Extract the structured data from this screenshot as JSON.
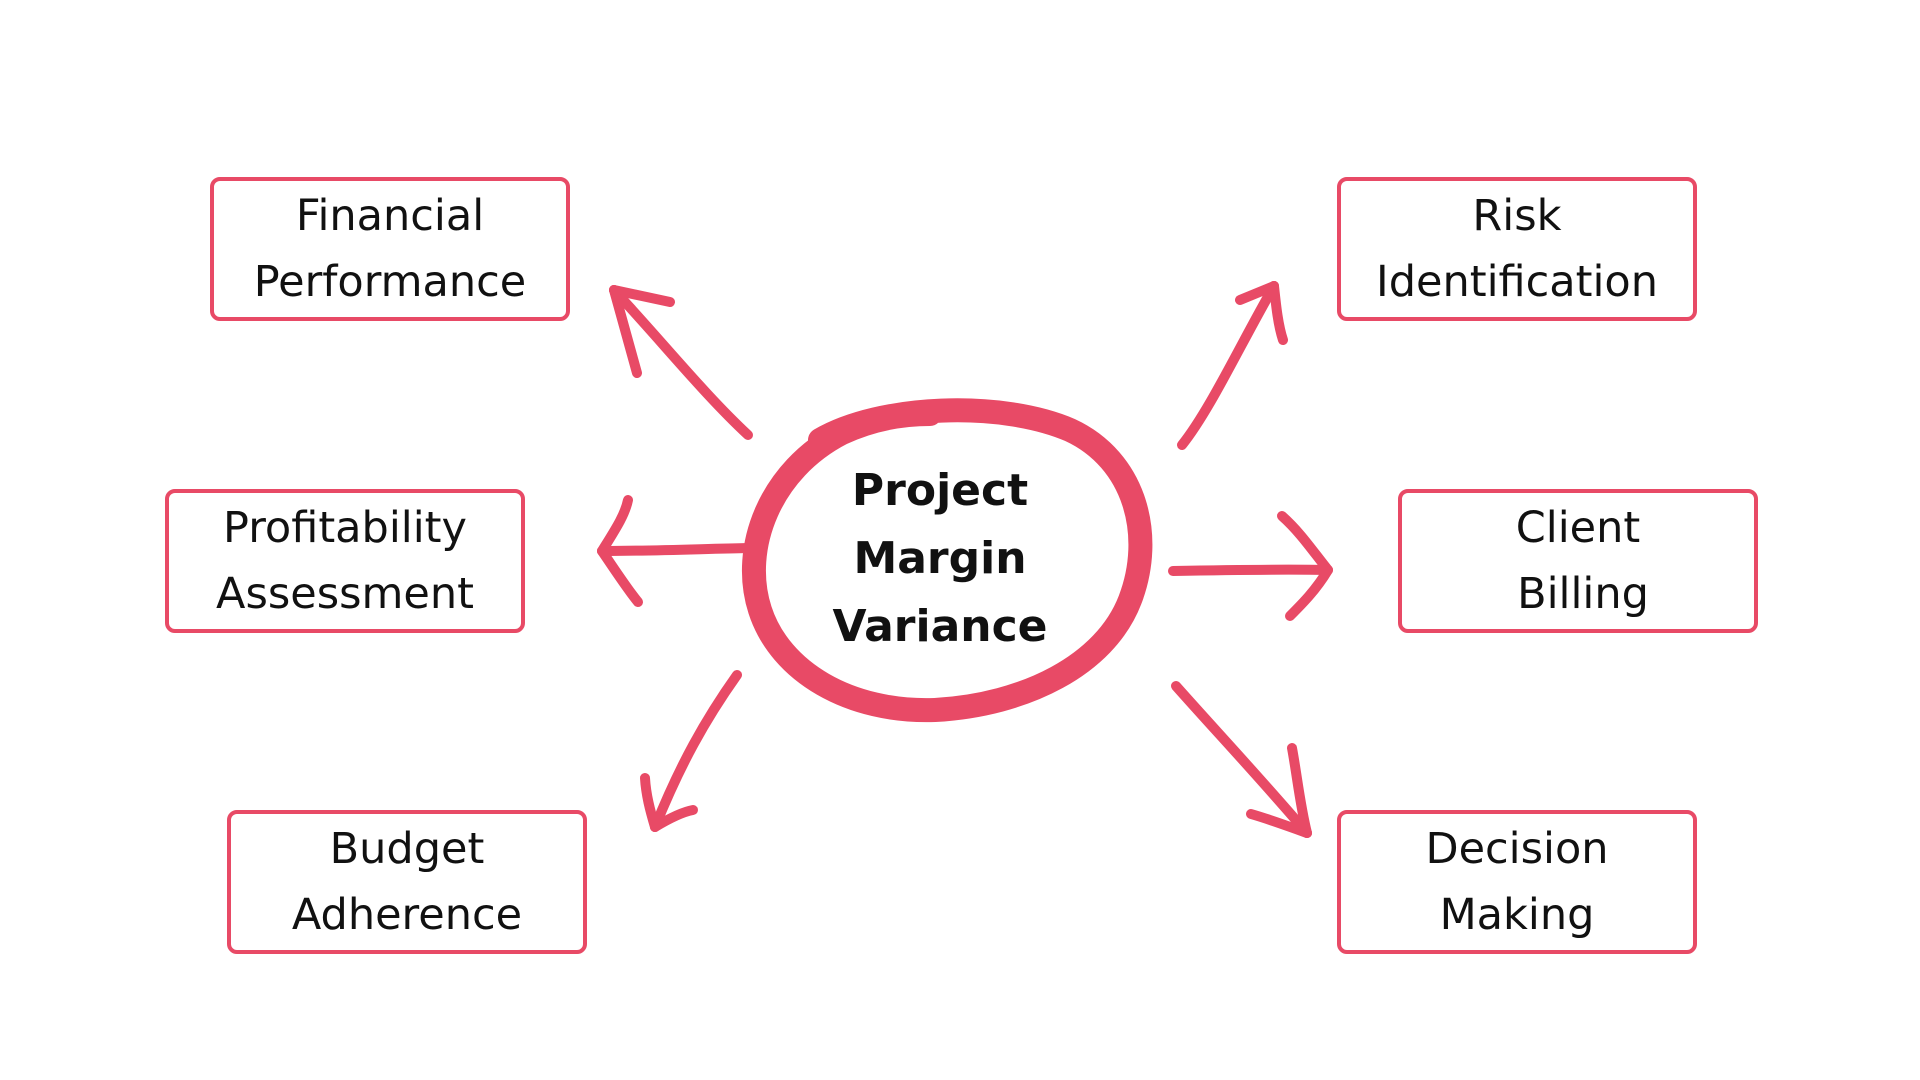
{
  "colors": {
    "accent": "#e84a66",
    "text": "#111111",
    "background": "#ffffff"
  },
  "center": {
    "lines": [
      "Project",
      "Margin",
      "Variance"
    ]
  },
  "nodes": {
    "financial_performance": [
      "Financial",
      "Performance"
    ],
    "profitability_assessment": [
      "Profitability",
      "Assessment"
    ],
    "budget_adherence": [
      "Budget",
      "Adherence"
    ],
    "risk_identification": [
      "Risk",
      "Identification"
    ],
    "client_billing": [
      "Client",
      "Billing"
    ],
    "decision_making": [
      "Decision",
      "Making"
    ]
  }
}
